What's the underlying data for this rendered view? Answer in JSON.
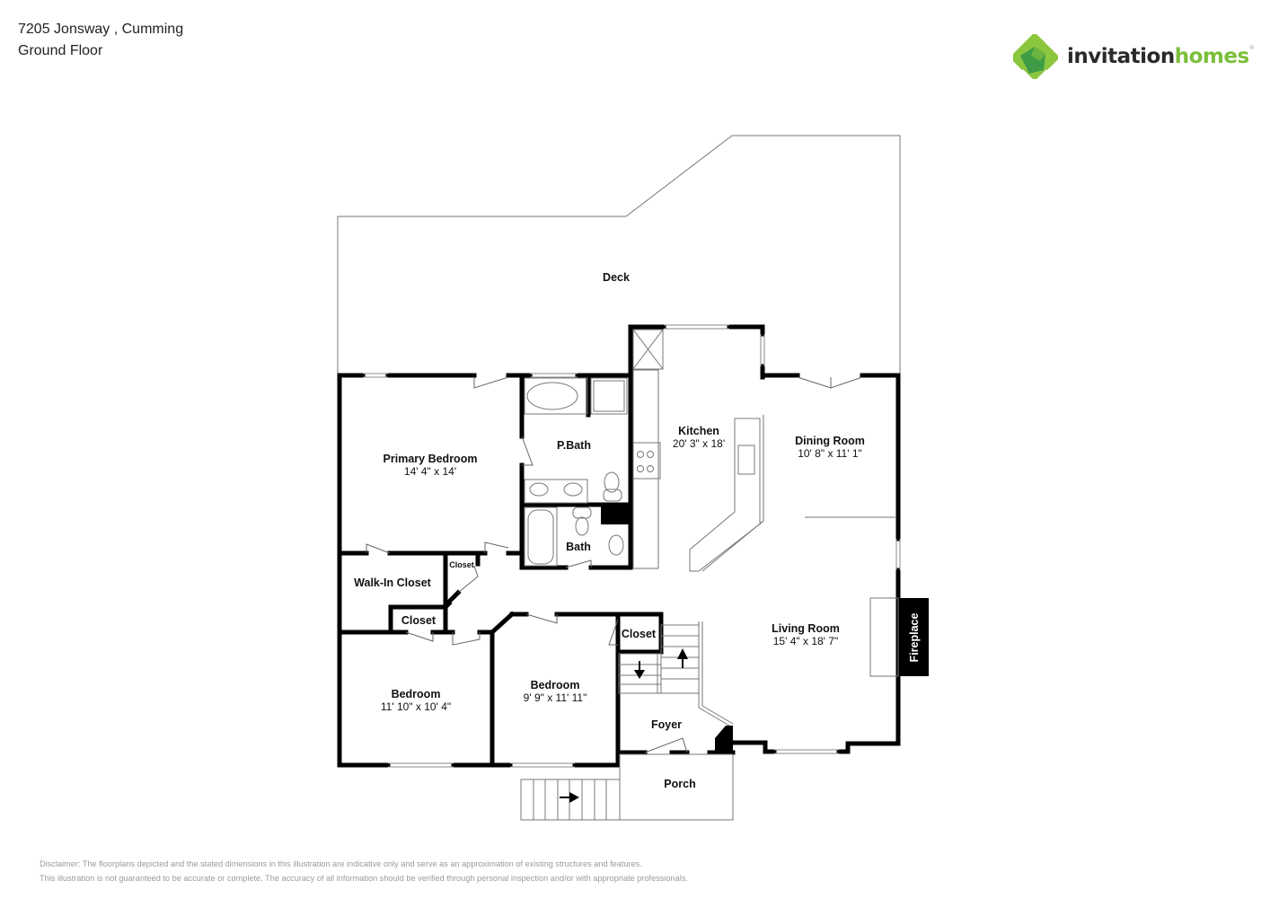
{
  "header": {
    "address": "7205 Jonsway , Cumming",
    "floor": "Ground Floor"
  },
  "brand": {
    "name_part1": "invitation",
    "name_part2": "homes",
    "trademark": "®",
    "colors": {
      "dark": "#2a2a2a",
      "green_light": "#8cc63f",
      "green_mid": "#6cb33f",
      "green_dark": "#3a9a48"
    }
  },
  "rooms": {
    "deck": {
      "name": "Deck"
    },
    "primary_bedroom": {
      "name": "Primary Bedroom",
      "dims": "14' 4\" x 14'"
    },
    "pbath": {
      "name": "P.Bath"
    },
    "bath": {
      "name": "Bath"
    },
    "kitchen": {
      "name": "Kitchen",
      "dims": "20' 3\" x 18'"
    },
    "dining_room": {
      "name": "Dining Room",
      "dims": "10' 8\" x 11' 1\""
    },
    "walk_in_closet": {
      "name": "Walk-In Closet"
    },
    "closet_small": {
      "name": "Closet"
    },
    "closet_hall": {
      "name": "Closet"
    },
    "closet_foyer": {
      "name": "Closet"
    },
    "bedroom_1": {
      "name": "Bedroom",
      "dims": "11' 10\" x 10' 4\""
    },
    "bedroom_2": {
      "name": "Bedroom",
      "dims": "9' 9\" x 11' 11\""
    },
    "living_room": {
      "name": "Living Room",
      "dims": "15' 4\" x 18' 7\""
    },
    "fireplace": {
      "name": "Fireplace"
    },
    "foyer": {
      "name": "Foyer"
    },
    "porch": {
      "name": "Porch"
    }
  },
  "disclaimer": {
    "line1": "Disclaimer: The floorplans depicted and the stated dimensions in this illustration are indicative only and serve as an approximation of existing structures and features.",
    "line2": "This illustration is not guaranteed to be accurate or complete. The accuracy of all information should be verified through personal inspection and/or with appropriate professionals."
  }
}
